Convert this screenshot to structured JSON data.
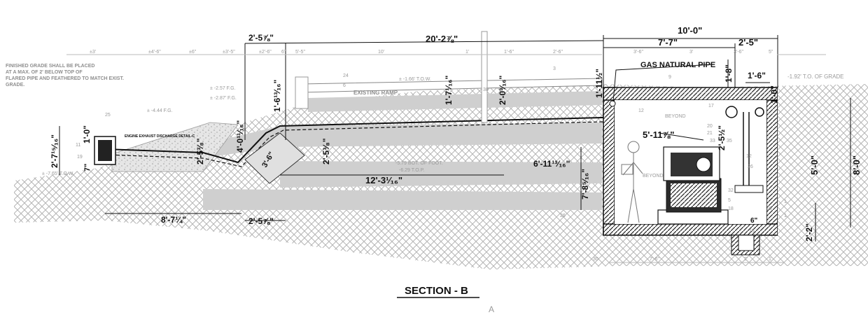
{
  "title": "SECTION - B",
  "footer_mark": "A",
  "callouts": {
    "gas_pipe": "GAS NATURAL PIPE",
    "grade_note": "FINISHED GRADE SHALL BE PLACED AT A MAX. OF 2' BELOW TOP OF FLARED PIPE AND FEATHERED TO MATCH EXIST. GRADE.",
    "existing_ramp": "EXISTING RAMP",
    "exhaust_label": "ENGINE EXHAUST DISCHARGE DETAIL-C",
    "top_of_grade": "-1.92' T.O. OF GRADE",
    "tow_top": "± -1.66' T.O.W.",
    "fg_1": "± -2.57 F.G.",
    "fg_2": "± -2.87' F.G.",
    "fg_3": "± -4.44 F.G.",
    "tow_low": "± -7.65' T.O.W.",
    "bot_foot": "-5.79 BOT. OF FOOT.",
    "top_p": "-6.29 T.O.P.",
    "beyond_1": "BEYOND",
    "beyond_2": "BEYOND"
  },
  "dimensions": {
    "d_10_0": "10'-0\"",
    "d_7_7": "7'-7\"",
    "d_2_5": "2'-5\"",
    "d_20_2_7_8": "20'-2⅞\"",
    "d_2_5_7_8_top": "2'-5⅞\"",
    "d_1_6_13_16": "1'-6¹³⁄₁₆\"",
    "d_1_7_1_16": "1'-7¹⁄₁₆\"",
    "d_2_0_3_16": "2'-0³⁄₁₆\"",
    "d_1_11_1_2": "1'-11½\"",
    "d_1_8": "1'-8\"",
    "d_1_6": "1'-6\"",
    "d_1_0_right": "1'-0\"",
    "d_5_11_7_8": "5'-11⅞\"",
    "d_2_5_1_2": "2'-5½\"",
    "d_5_0": "5'-0\"",
    "d_8_0": "8'-0\"",
    "d_2_2": "2'-2\"",
    "d_7_8_5_16": "7'-8⁵⁄₁₆\"",
    "d_6_11_13_16": "6'-11¹³⁄₁₆\"",
    "d_12_3_1_16": "12'-3¹⁄₁₆\"",
    "d_2_5_3_8": "2'-5³⁄₈\"",
    "d_2_5_3_8_b": "2'-5³⁄₈\"",
    "d_4_0_11_16": "4'-0¹¹⁄₁₆\"",
    "d_3_6": "3'-6\"",
    "d_2_7_15_16": "2'-7¹⁵⁄₁₆\"",
    "d_1_0_left": "1'-0\"",
    "d_7": "7\"",
    "d_8_7_1_4": "8'-7¼\"",
    "d_2_5_7_8_bot": "2'-5⅞\"",
    "d_6": "6\""
  },
  "small_dims_top": [
    "±3'",
    "±4'-6\"",
    "±6\"",
    "±3'-5\"",
    "±2'-6\"",
    "6\"",
    "5'-5\"",
    "10'",
    "1'",
    "1'-6\"",
    "2'-6\"",
    "3'-6\"",
    "3'",
    "3'-6\"",
    "5\""
  ],
  "small_dims_bottom": [
    "7'-6\"",
    "2'",
    "1'",
    "30"
  ],
  "tags": [
    "25",
    "11",
    "19",
    "24",
    "6",
    "3",
    "9",
    "12",
    "17",
    "20",
    "21",
    "33",
    "35",
    "12",
    "26",
    "32",
    "5",
    "18",
    "15",
    "16",
    "1",
    "1",
    "38",
    "26"
  ],
  "colors": {
    "ink": "#111111",
    "soil_hatch": "#b5b5b5",
    "gravel": "#cfcfcf",
    "pipe_fill": "#bdbdbd",
    "concrete_wall": "#333333"
  }
}
